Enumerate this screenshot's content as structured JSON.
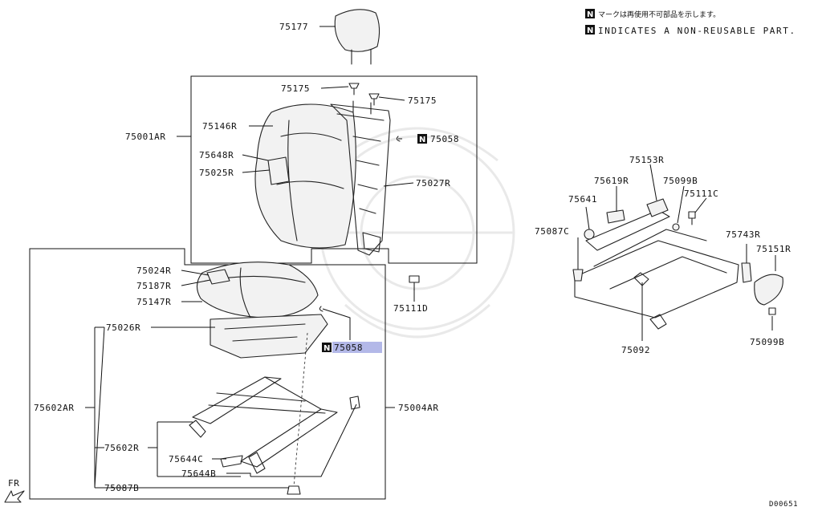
{
  "legend": {
    "symbol": "N",
    "japanese": "マークは再使用不可部品を示します。",
    "english": "INDICATES A NON-REUSABLE PART."
  },
  "labels": {
    "p75177": "75177",
    "p75175a": "75175",
    "p75175b": "75175",
    "p75001AR": "75001AR",
    "p75146R": "75146R",
    "p75058a": "75058",
    "p75648R": "75648R",
    "p75025R": "75025R",
    "p75027R": "75027R",
    "p75111Da": "75111D",
    "p75024R": "75024R",
    "p75187R": "75187R",
    "p75147R": "75147R",
    "p75026R": "75026R",
    "p75058b": "75058",
    "p75602AR": "75602AR",
    "p75004AR": "75004AR",
    "p75602R": "75602R",
    "p75644C": "75644C",
    "p75644B": "75644B",
    "p75087B": "75087B",
    "p75153R": "75153R",
    "p75619R": "75619R",
    "p75099Ba": "75099B",
    "p75641": "75641",
    "p75111C": "75111C",
    "p75087C": "75087C",
    "p75743R": "75743R",
    "p75151R": "75151R",
    "p75092": "75092",
    "p75099Bb": "75099B"
  },
  "fr_label": "FR",
  "diagram_code": "D00651"
}
